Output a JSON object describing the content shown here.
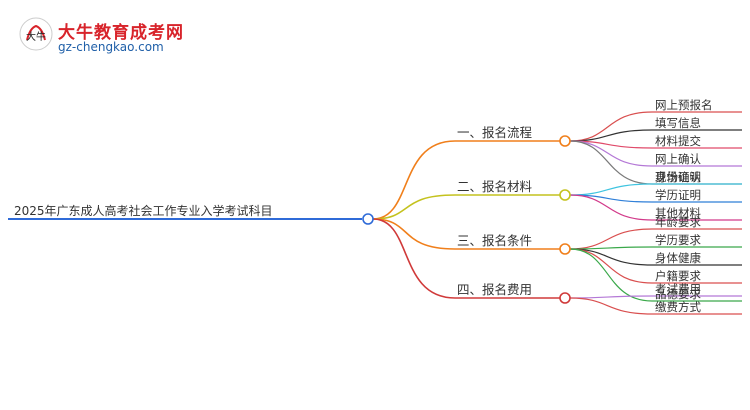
{
  "logo": {
    "title": "大牛教育成考网",
    "url": "gz-chengkao.com",
    "mark_text": "大牛"
  },
  "mindmap": {
    "root": "2025年广东成人高考社会工作专业入学考试科目",
    "branches": [
      {
        "label": "一、报名流程",
        "color": "#f07f1b",
        "children": [
          {
            "label": "网上预报名",
            "color": "#d94f4f"
          },
          {
            "label": "填写信息",
            "color": "#333333"
          },
          {
            "label": "材料提交",
            "color": "#e04a6a"
          },
          {
            "label": "网上确认",
            "color": "#b478d6"
          },
          {
            "label": "现场确认",
            "color": "#7a7a7a"
          }
        ]
      },
      {
        "label": "二、报名材料",
        "color": "#c4c21e",
        "children": [
          {
            "label": "身份证明",
            "color": "#3fc4e0"
          },
          {
            "label": "学历证明",
            "color": "#2f7fd8"
          },
          {
            "label": "其他材料",
            "color": "#d23a8a"
          }
        ]
      },
      {
        "label": "三、报名条件",
        "color": "#f07f1b",
        "children": [
          {
            "label": "年龄要求",
            "color": "#d94f4f"
          },
          {
            "label": "学历要求",
            "color": "#3aa84a"
          },
          {
            "label": "身体健康",
            "color": "#333333"
          },
          {
            "label": "户籍要求",
            "color": "#d94f4f"
          },
          {
            "label": "品德要求",
            "color": "#3aa84a"
          }
        ]
      },
      {
        "label": "四、报名费用",
        "color": "#d03a3a",
        "children": [
          {
            "label": "考试费用",
            "color": "#b478d6"
          },
          {
            "label": "缴费方式",
            "color": "#d94f4f"
          }
        ]
      }
    ]
  }
}
